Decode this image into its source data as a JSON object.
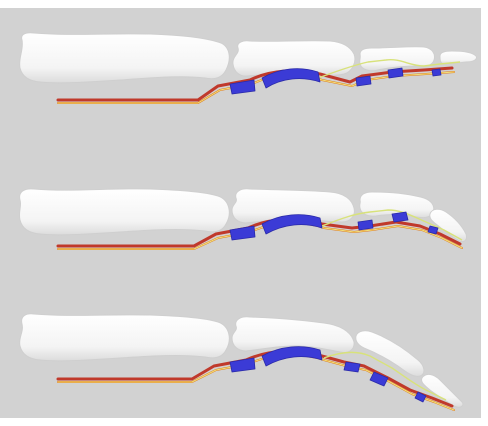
{
  "figure": {
    "panels": [
      {
        "id": "extended"
      },
      {
        "id": "partially-flexed"
      },
      {
        "id": "flexed"
      }
    ],
    "colors": {
      "background": "#d2d2d2",
      "frame": "#ffffff",
      "bone_fill": "#f5f5f5",
      "bone_stroke": "#cfcfcf",
      "pulley": "#3b3bd6",
      "tendon_red": "#c0392b",
      "tendon_orange": "#e07a1f",
      "tendon_yellow": "#f2e27a",
      "extensor": "#d8e27a"
    }
  }
}
